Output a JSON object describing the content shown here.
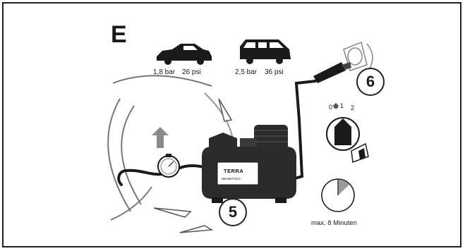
{
  "figure": {
    "section_letter": "E",
    "tire_pressure": {
      "car": {
        "icon": "car-icon",
        "bar": "1,8 bar",
        "psi": "26 psi"
      },
      "van": {
        "icon": "van-icon",
        "bar": "2,5 bar",
        "psi": "36 psi"
      }
    },
    "callouts": {
      "compressor": "5",
      "socket": "6"
    },
    "switch_dial": {
      "positions": [
        "0",
        "1",
        "2"
      ]
    },
    "compressor_label": {
      "brand": "TERRA",
      "sub": "NEUMATICO"
    },
    "timer": {
      "label": "max. 8 Minuten",
      "elapsed_fraction": 0.13
    },
    "colors": {
      "ink": "#1a1a1a",
      "arrow": "#8a8a8a",
      "compressor": "#2b2b2b",
      "timer_wedge": "#9a9a9a"
    }
  }
}
